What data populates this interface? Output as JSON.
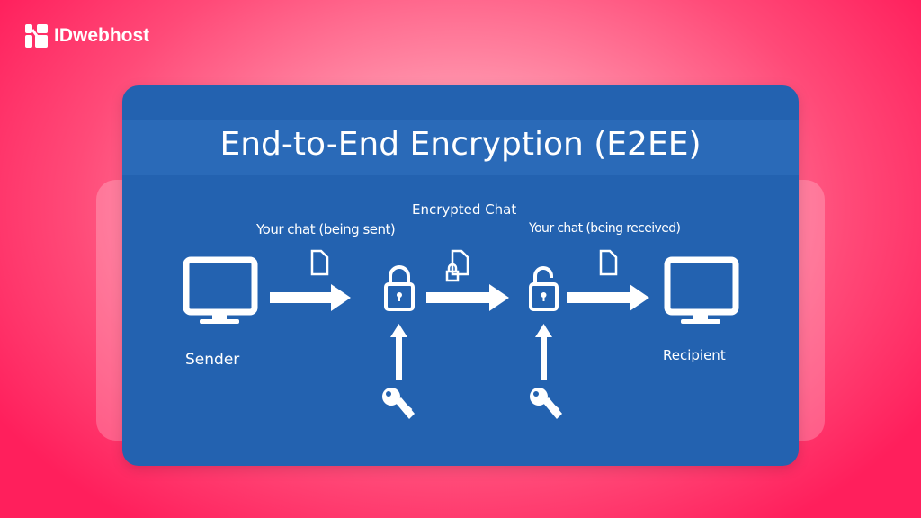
{
  "brand": {
    "name": "IDwebhost"
  },
  "diagram": {
    "title": "End-to-End Encryption (E2EE)",
    "labels": {
      "sending": "Your chat (being sent)",
      "encrypted": "Encrypted Chat",
      "receiving": "Your chat (being received)",
      "sender": "Sender",
      "recipient": "Recipient"
    }
  },
  "colors": {
    "card": "#2362b0",
    "accent": "#ff1f5c"
  }
}
